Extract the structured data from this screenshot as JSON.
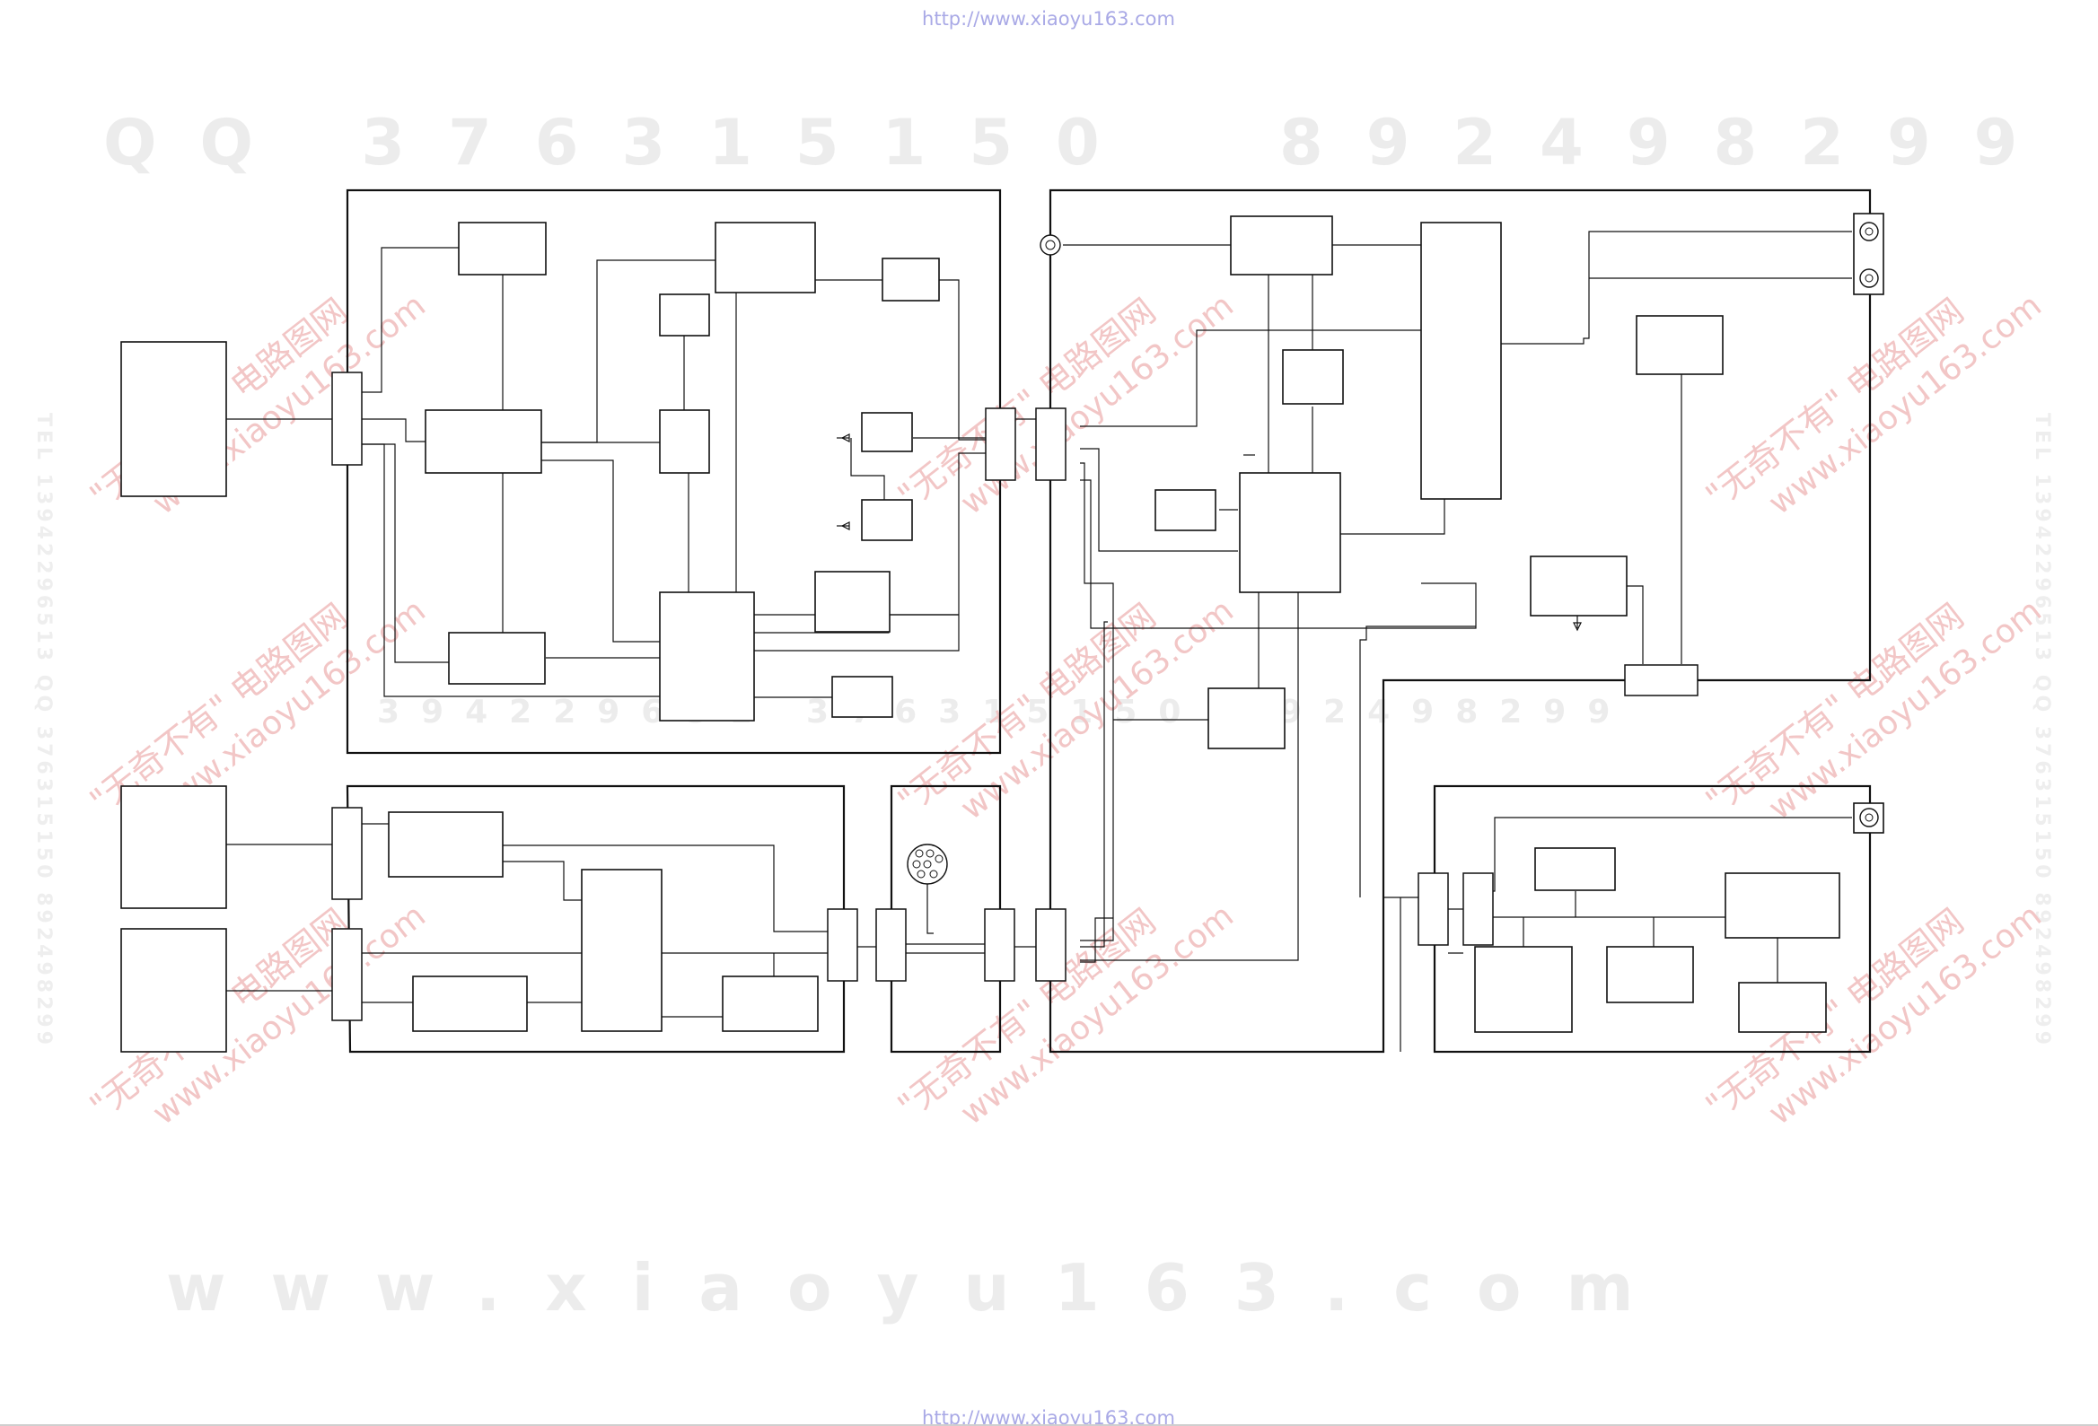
{
  "watermarks": {
    "url": "http://www.xiaoyu163.com",
    "qq_line_left": "QQ 376315150",
    "qq_line_right": "892498299",
    "site_large": "www.xiaoyu163.com",
    "mid_line": "394229651 376315150 892498299",
    "side_text": "TEL 13942296513 QQ 376315150 892498299",
    "stamp_cn": "\"无奇不有\" 电路图网",
    "stamp_url": "www.xiaoyu163.com"
  }
}
